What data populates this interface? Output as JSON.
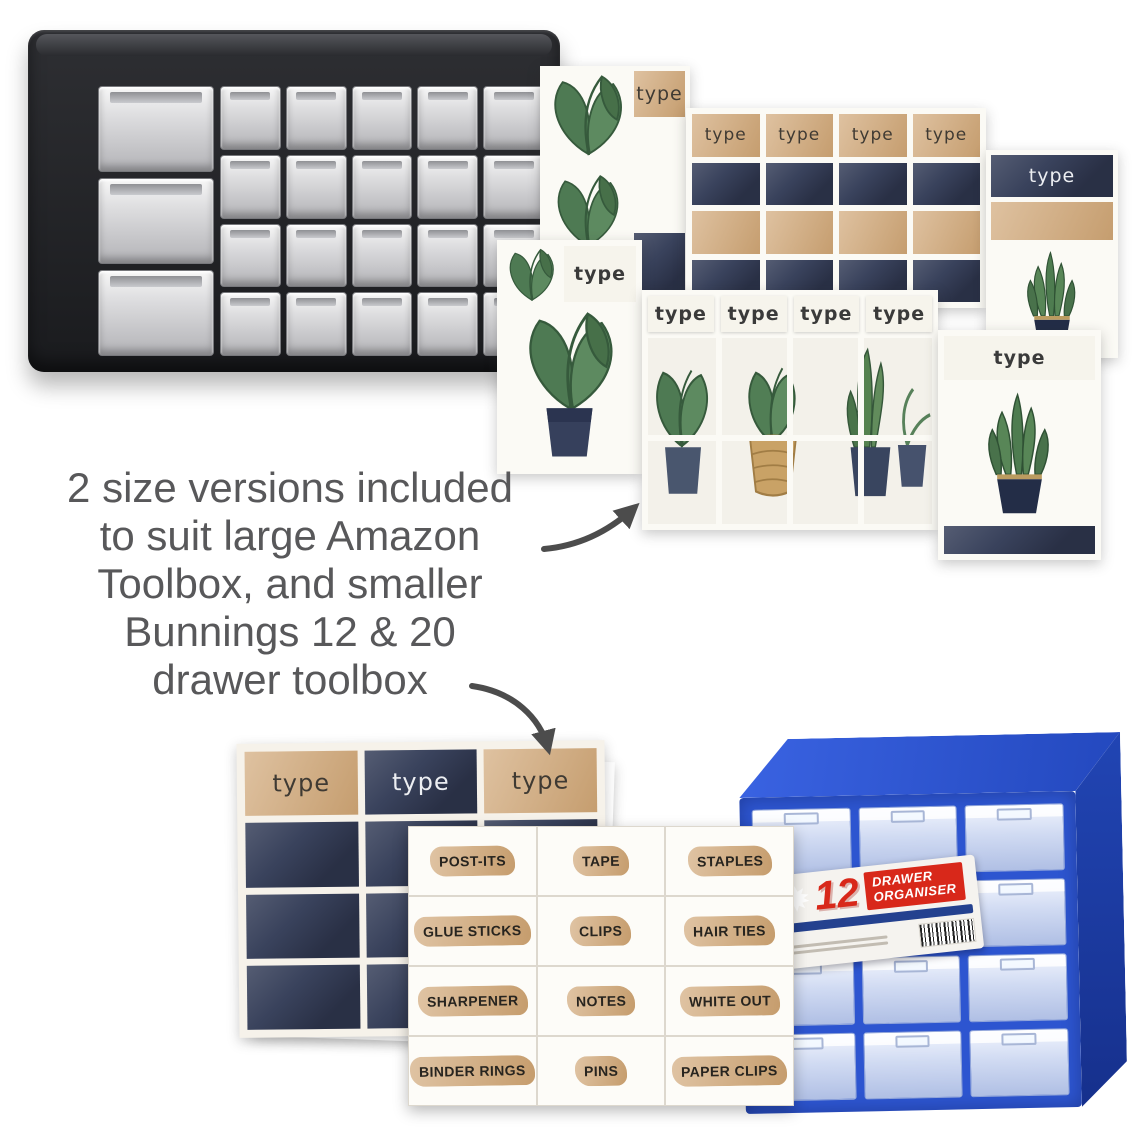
{
  "colors": {
    "tan": "#d2aa7c",
    "navy": "#39425c",
    "royal_blue": "#2d55d0",
    "label_red": "#d8281a",
    "annotation_gray": "#58585a"
  },
  "annotation": {
    "lines": [
      "2 size versions included",
      "to suit large Amazon",
      "Toolbox, and smaller",
      "Bunnings 12 & 20",
      "drawer toolbox"
    ]
  },
  "type_label": "type",
  "sticker_sheet": {
    "rows": [
      [
        "POST-ITS",
        "TAPE",
        "STAPLES"
      ],
      [
        "GLUE STICKS",
        "CLIPS",
        "HAIR TIES"
      ],
      [
        "SHARPENER",
        "NOTES",
        "WHITE OUT"
      ],
      [
        "BINDER RINGS",
        "PINS",
        "PAPER CLIPS"
      ]
    ]
  },
  "blue_organizer": {
    "badge_number": "12",
    "badge_text_line1": "DRAWER",
    "badge_text_line2": "ORGANISER"
  }
}
